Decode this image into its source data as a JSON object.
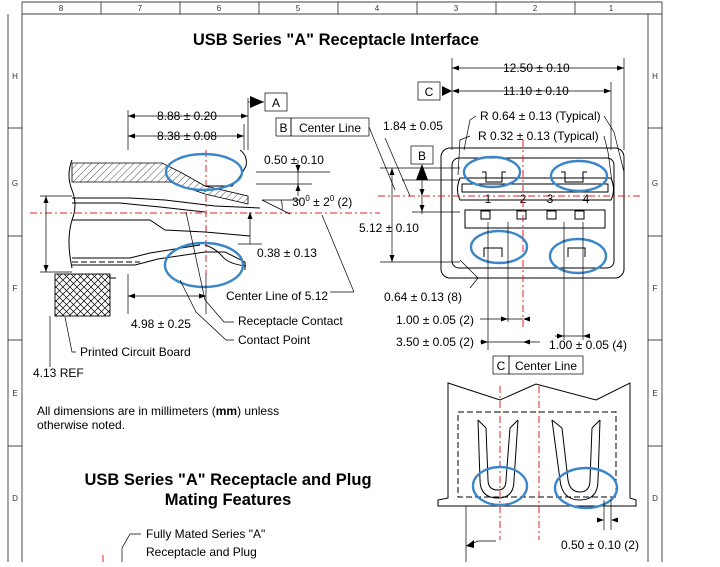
{
  "border": {
    "top_zones": [
      "8",
      "7",
      "6",
      "5",
      "4",
      "3",
      "2",
      "1"
    ],
    "side_zones": [
      "H",
      "G",
      "F",
      "E",
      "D"
    ]
  },
  "title": "USB Series \"A\" Receptacle Interface",
  "section2_title_line1": "USB Series \"A\" Receptacle and Plug",
  "section2_title_line2": "Mating Features",
  "note_line1_prefix": "All dimensions are in millimeters (",
  "note_unit": "mm",
  "note_line1_suffix": ") unless",
  "note_line2": "otherwise noted.",
  "datums": {
    "a": "A",
    "b": "B",
    "c": "C"
  },
  "side_view": {
    "dim_888": "8.88 ± 0.20",
    "dim_838": "8.38 ± 0.08",
    "center_line_label": "Center Line",
    "dim_050": "0.50 ± 0.10",
    "angle_base": "30",
    "angle_sup": "0",
    "angle_mid": " ± 2",
    "angle_sup2": "0",
    "angle_note": " (2)",
    "dim_038": "0.38 ± 0.13",
    "center_line_512": "Center Line of 5.12",
    "dim_498": "4.98 ± 0.25",
    "receptacle_contact": "Receptacle Contact",
    "contact_point": "Contact Point",
    "pcb": "Printed Circuit Board",
    "dim_413": "4.13 REF"
  },
  "front_view": {
    "dim_1250": "12.50 ± 0.10",
    "dim_1110": "11.10 ± 0.10",
    "r064": "R 0.64 ± 0.13 (Typical)",
    "r032": "R 0.32 ± 0.13 (Typical)",
    "dim_184": "1.84 ± 0.05",
    "dim_512": "5.12 ± 0.10",
    "pins": [
      "1",
      "2",
      "3",
      "4"
    ],
    "dim_064": "0.64 ± 0.13 (8)",
    "dim_100a": "1.00 ± 0.05 (2)",
    "dim_350": "3.50 ± 0.05 (2)",
    "dim_100b": "1.00 ± 0.05 (4)",
    "center_line_c": "Center Line"
  },
  "lower_view": {
    "dim_050b": "0.50 ± 0.10 (2)"
  },
  "mated": {
    "line1": "Fully Mated Series \"A\"",
    "line2": "Receptacle and Plug"
  },
  "colors": {
    "highlight": "#3a86c8",
    "center_line": "#e8212a"
  }
}
